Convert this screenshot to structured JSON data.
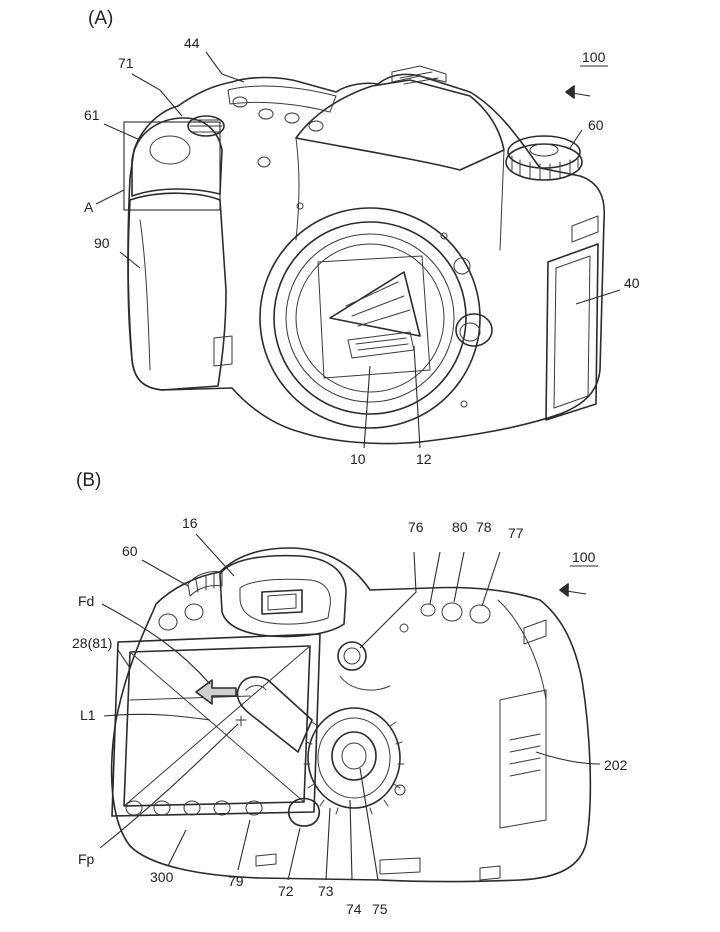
{
  "panels": [
    {
      "id": "A",
      "title": "(A)"
    },
    {
      "id": "B",
      "title": "(B)"
    }
  ],
  "labels": {
    "a_100": "100",
    "a_44": "44",
    "a_71": "71",
    "a_61": "61",
    "a_A": "A",
    "a_90": "90",
    "a_60": "60",
    "a_40": "40",
    "a_10": "10",
    "a_12": "12",
    "b_16": "16",
    "b_60": "60",
    "b_76": "76",
    "b_80": "80",
    "b_78": "78",
    "b_77": "77",
    "b_100": "100",
    "b_Fd": "Fd",
    "b_28": "28(81)",
    "b_L1": "L1",
    "b_202": "202",
    "b_Fp": "Fp",
    "b_300": "300",
    "b_79": "79",
    "b_72": "72",
    "b_73": "73",
    "b_74": "74",
    "b_75": "75"
  },
  "colors": {
    "line": "#2b2b2b",
    "background": "#ffffff"
  }
}
